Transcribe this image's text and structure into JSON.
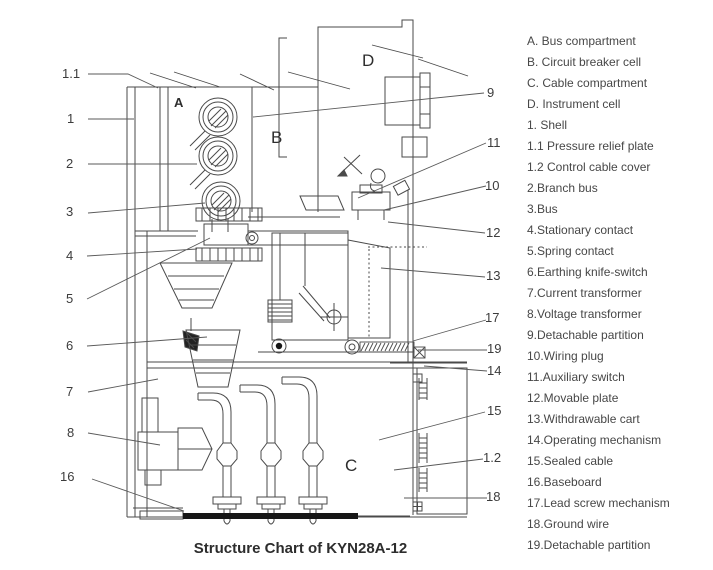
{
  "title": "Structure Chart of KYN28A-12",
  "colors": {
    "background": "#ffffff",
    "line": "#4a4a4a",
    "text": "#3f3f3f",
    "title_text": "#2d2d2d",
    "solid_black": "#161616"
  },
  "diagram": {
    "compartments": {
      "a": "A",
      "b": "B",
      "c": "C",
      "d": "D"
    },
    "callouts_left": [
      "1.1",
      "1",
      "2",
      "3",
      "4",
      "5",
      "6",
      "7",
      "8",
      "16"
    ],
    "callouts_right": [
      "9",
      "11",
      "10",
      "12",
      "13",
      "17",
      "19",
      "14",
      "15",
      "1.2",
      "18"
    ]
  },
  "legend": {
    "items": [
      "A. Bus compartment",
      "B. Circuit breaker cell",
      "C. Cable compartment",
      "D. Instrument cell",
      "1. Shell",
      "1.1 Pressure relief plate",
      "1.2 Control cable cover",
      "2.Branch bus",
      "3.Bus",
      "4.Stationary contact",
      "5.Spring contact",
      "6.Earthing knife-switch",
      "7.Current transformer",
      "8.Voltage transformer",
      "9.Detachable partition",
      "10.Wiring plug",
      "11.Auxiliary switch",
      "12.Movable plate",
      "13.Withdrawable cart",
      "14.Operating mechanism",
      "15.Sealed cable",
      "16.Baseboard",
      "17.Lead screw mechanism",
      "18.Ground wire",
      "19.Detachable partition"
    ]
  }
}
